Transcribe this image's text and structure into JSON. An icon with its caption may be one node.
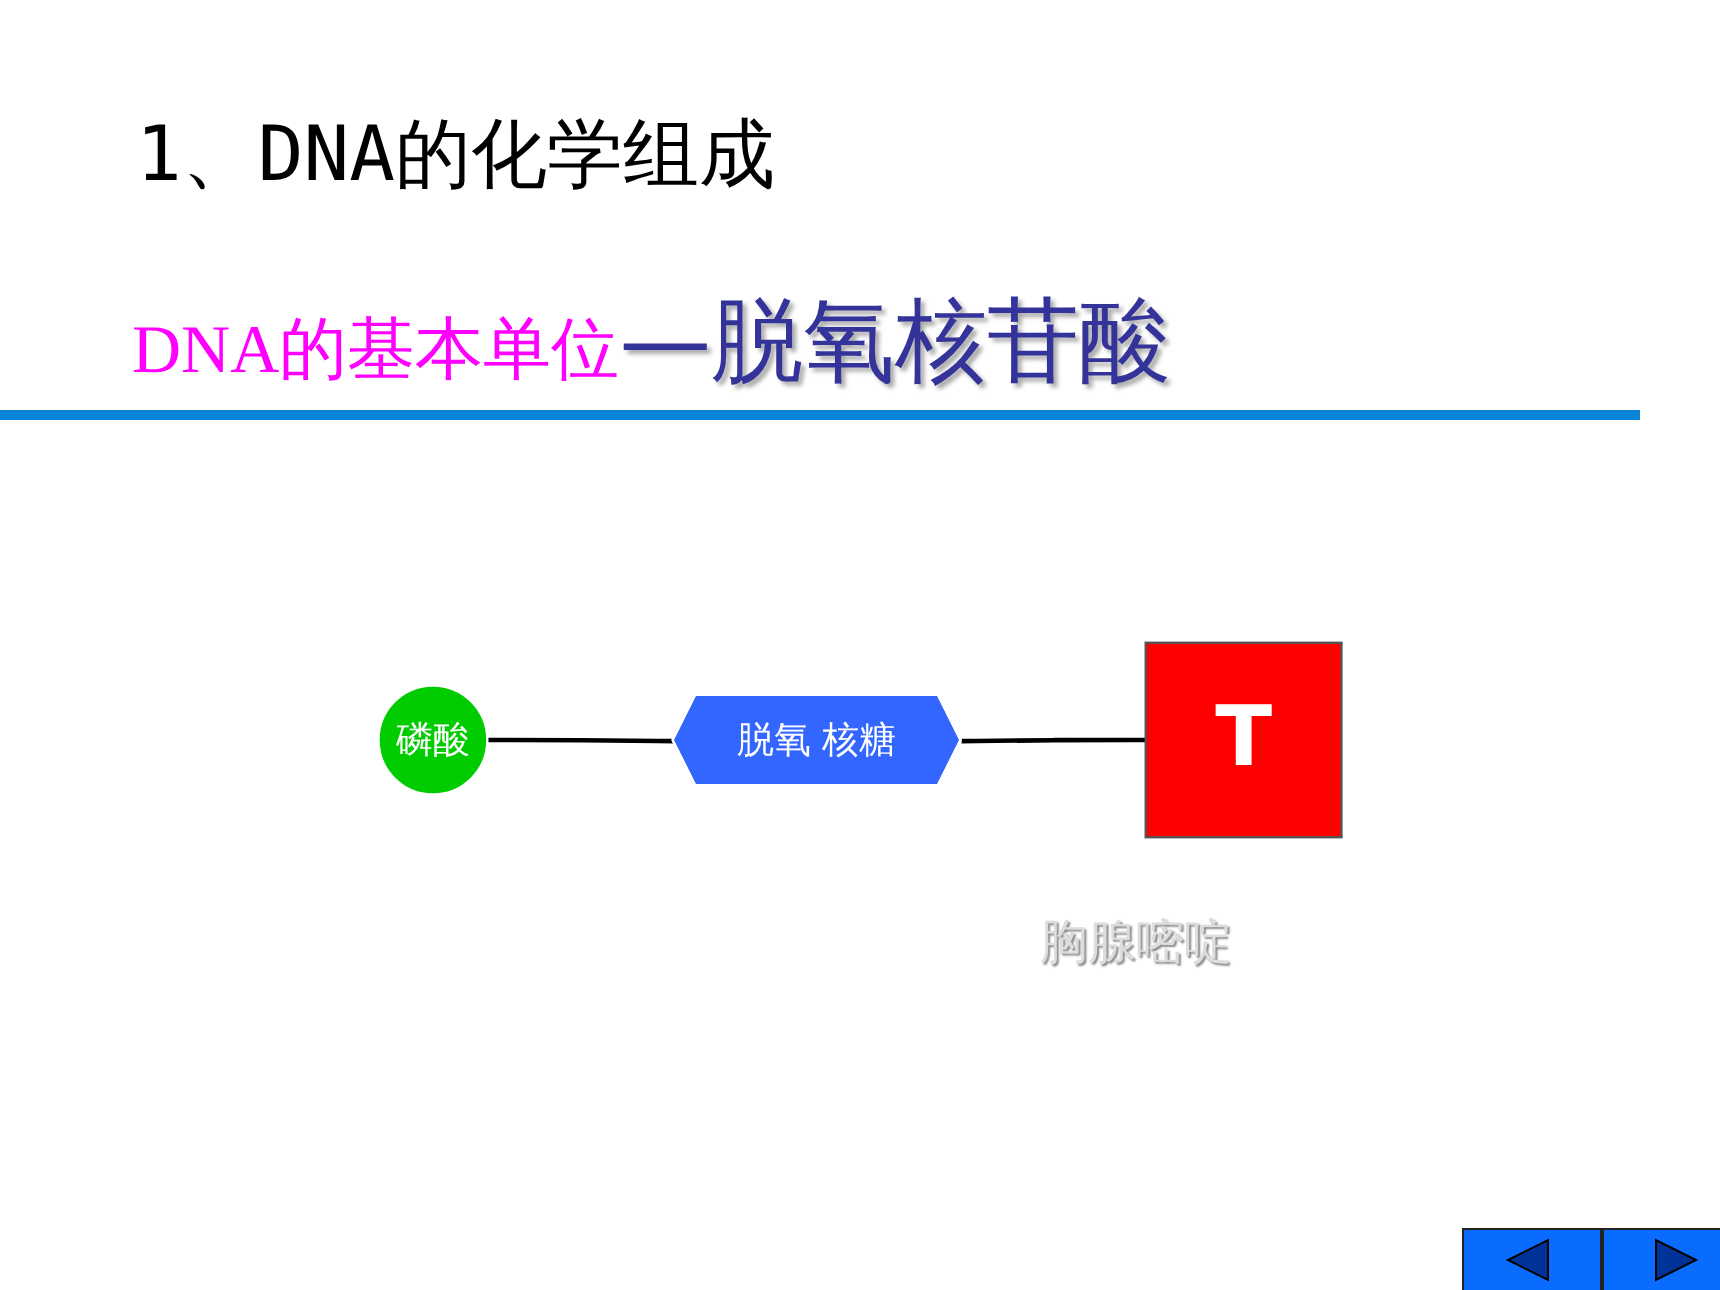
{
  "diagram": {
    "title": "1、DNA的化学组成",
    "nodes": [
      {
        "text": [
          "磷酸"
        ]
      },
      {
        "text": [
          "脱氧 核糖"
        ]
      },
      {
        "text": [
          "T"
        ],
        "beside": [
          "胸腺嘧啶"
        ]
      }
    ],
    "edges": [
      {
        "from": 0,
        "to": 1,
        "arrow": "none"
      },
      {
        "from": 1,
        "to": 2,
        "arrow": "none"
      }
    ],
    "labels": [
      "DNA的基本单位",
      "—脱氧核苷酸"
    ]
  }
}
